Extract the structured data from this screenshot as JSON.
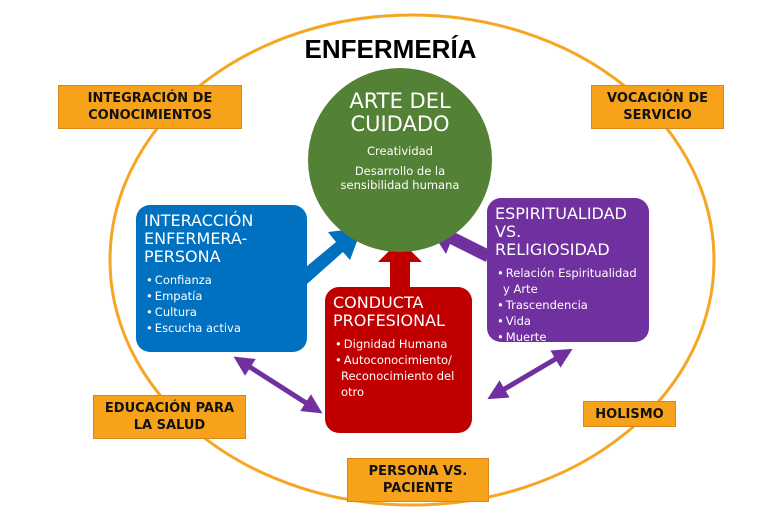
{
  "title": "ENFERMERÍA",
  "tags": {
    "integracion": "INTEGRACIÓN DE CONOCIMIENTOS",
    "vocacion": "VOCACIÓN DE SERVICIO",
    "educacion": "EDUCACIÓN PARA LA SALUD",
    "holismo": "HOLISMO",
    "persona": "PERSONA VS. PACIENTE"
  },
  "arte": {
    "title": "ARTE DEL CUIDADO",
    "items": [
      "Creatividad",
      "Desarrollo de la sensibilidad humana"
    ]
  },
  "interaccion": {
    "title": "INTERACCIÓN ENFERMERA-PERSONA",
    "items": [
      "Confianza",
      "Empatía",
      "Cultura",
      "Escucha activa"
    ]
  },
  "conducta": {
    "title": "CONDUCTA PROFESIONAL",
    "items": [
      "Dignidad Humana",
      "Autoconocimiento/ Reconocimiento del otro"
    ]
  },
  "espiritualidad": {
    "title": "ESPIRITUALIDAD VS. RELIGIOSIDAD",
    "items": [
      "Relación Espiritualidad y Arte",
      "Trascendencia",
      "Vida",
      "Muerte"
    ]
  },
  "colors": {
    "orange": "#f7a21b",
    "green": "#538135",
    "blue": "#0070c0",
    "red": "#c00000",
    "purple": "#7030a0"
  }
}
